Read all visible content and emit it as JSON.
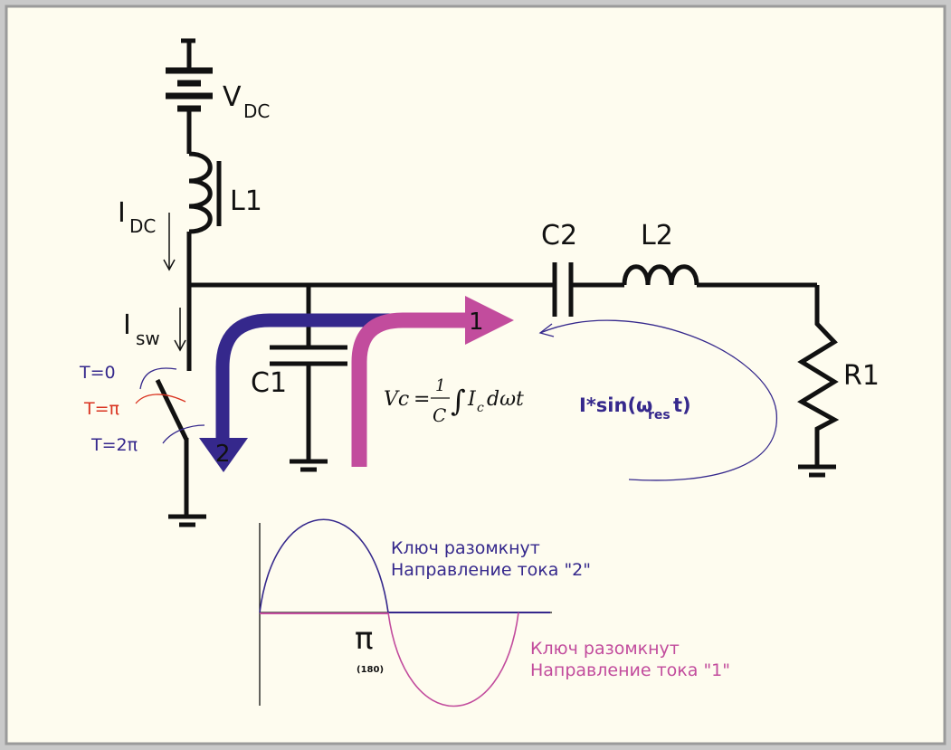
{
  "colors": {
    "background": "#fefcef",
    "border": "#9a9a9a",
    "wire": "#111111",
    "current_2": "#35288c",
    "current_1": "#c24c9d",
    "switch_pi": "#d9321f"
  },
  "labels": {
    "vdc_main": "V",
    "vdc_sub": "DC",
    "l1": "L1",
    "idc_main": "I",
    "idc_sub": "DC",
    "isw_main": "I",
    "isw_sub": "sw",
    "c1": "C1",
    "c2": "C2",
    "l2": "L2",
    "r1": "R1",
    "arrow_1": "1",
    "arrow_2": "2"
  },
  "switch_states": {
    "t0": "T=0",
    "tpi": "T=π",
    "t2pi": "T=2π"
  },
  "formula": {
    "lhs": "Vc",
    "eq": "=",
    "num": "1",
    "den": "C",
    "integral": "∫",
    "integrand_I": "I",
    "integrand_c": "c",
    "diff": "dωt"
  },
  "resonance": {
    "prefix": "I*sin(ω",
    "sub": "res",
    "suffix": "t)"
  },
  "waveform": {
    "pi_label": "π",
    "deg_label": "(180)",
    "legend_2_line1": "Ключ разомкнут",
    "legend_2_line2": "Направление тока \"2\"",
    "legend_1_line1": "Ключ разомкнут",
    "legend_1_line2": "Направление тока \"1\""
  }
}
